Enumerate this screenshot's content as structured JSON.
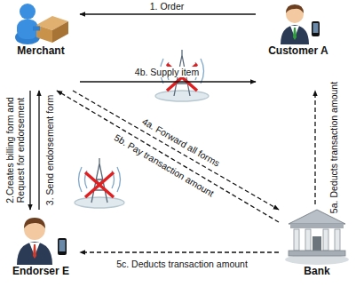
{
  "diagram": {
    "nodes": [
      {
        "text": [
          "Merchant"
        ]
      },
      {
        "text": [
          "Customer A"
        ]
      },
      {
        "text": [
          "Endorser E"
        ]
      },
      {
        "text": [
          "Bank"
        ]
      }
    ],
    "edges": [
      {
        "from": 1,
        "to": 0,
        "label": "1. Order",
        "arrow": "to"
      },
      {
        "from": 0,
        "to": 2,
        "label": "2.Creates billing form and Request for endorsement",
        "arrow": "to"
      },
      {
        "from": 2,
        "to": 0,
        "label": "3. Send endorsement form",
        "arrow": "to"
      },
      {
        "from": 0,
        "to": 3,
        "label": "4a. Forward all forms",
        "arrow": "to"
      },
      {
        "from": 0,
        "to": 1,
        "label": "4b. Supply item",
        "arrow": "to"
      },
      {
        "from": 3,
        "to": 1,
        "label": "5a. Deducts transaction amount",
        "arrow": "to"
      },
      {
        "from": 3,
        "to": 0,
        "label": "5b. Pay transaction amount",
        "arrow": "to"
      },
      {
        "from": 3,
        "to": 2,
        "label": "5c. Deducts transaction amount",
        "arrow": "to"
      }
    ]
  }
}
